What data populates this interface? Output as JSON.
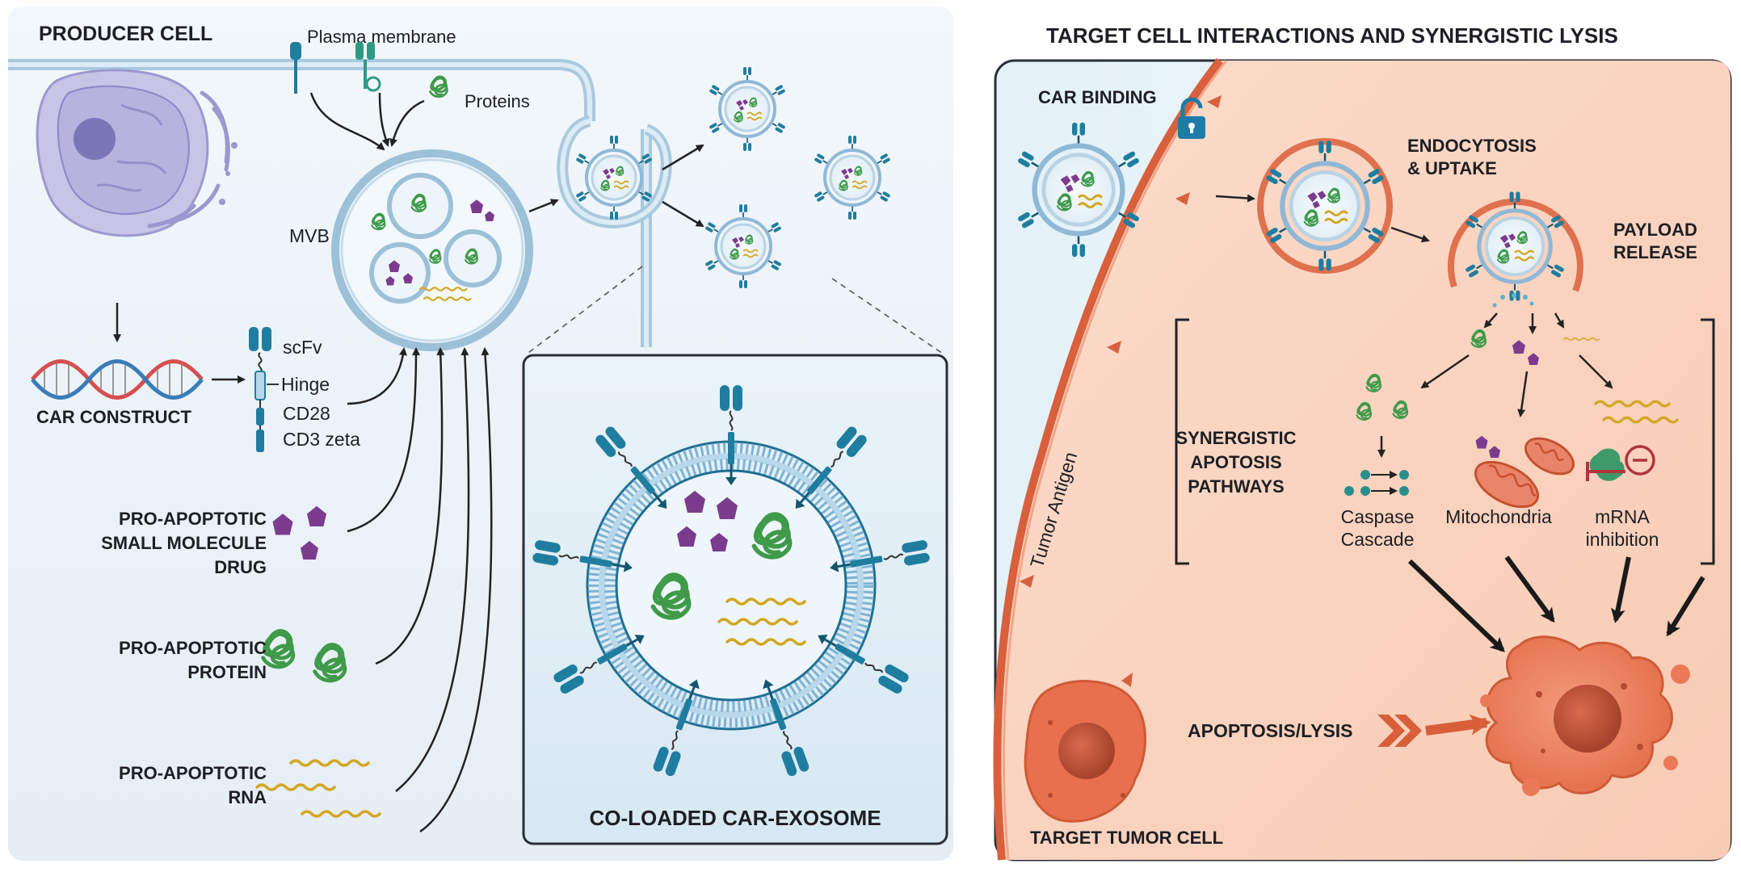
{
  "producer": {
    "title": "PRODUCER CELL",
    "plasma_membrane": "Plasma membrane",
    "proteins": "Proteins",
    "mvb": "MVB",
    "car_construct": "CAR CONSTRUCT",
    "car_parts": {
      "scfv": "scFv",
      "hinge": "Hinge",
      "cd28": "CD28",
      "cd3": "CD3 zeta"
    },
    "drug": [
      "PRO-APOPTOTIC",
      "SMALL MOLECULE",
      "DRUG"
    ],
    "protein": [
      "PRO-APOPTOTIC",
      "PROTEIN"
    ],
    "rna": [
      "PRO-APOPTOTIC",
      "RNA"
    ]
  },
  "exosome": {
    "label": "CO-LOADED CAR-EXOSOME"
  },
  "target": {
    "title": "TARGET CELL INTERACTIONS AND SYNERGISTIC LYSIS",
    "car_binding": "CAR BINDING",
    "endocytosis": [
      "ENDOCYTOSIS",
      "& UPTAKE"
    ],
    "payload": [
      "PAYLOAD",
      "RELEASE"
    ],
    "tumor_antigen": "Tumor Antigen",
    "synergistic": [
      "SYNERGISTIC",
      "APOTOSIS",
      "PATHWAYS"
    ],
    "caspase": [
      "Caspase",
      "Cascade"
    ],
    "mitochondria": "Mitochondria",
    "mrna": [
      "mRNA",
      "inhibition"
    ],
    "apoptosis": "APOPTOSIS/LYSIS",
    "tumor_cell": "TARGET TUMOR CELL"
  },
  "colors": {
    "membrane": "#8fb8d6",
    "receptor": "#1f7d9f",
    "drug": "#7b3c8e",
    "protein": "#3f9a4a",
    "rna": "#d3a621",
    "tumor": "#e8704f",
    "cell_edge": "#d9603d"
  }
}
